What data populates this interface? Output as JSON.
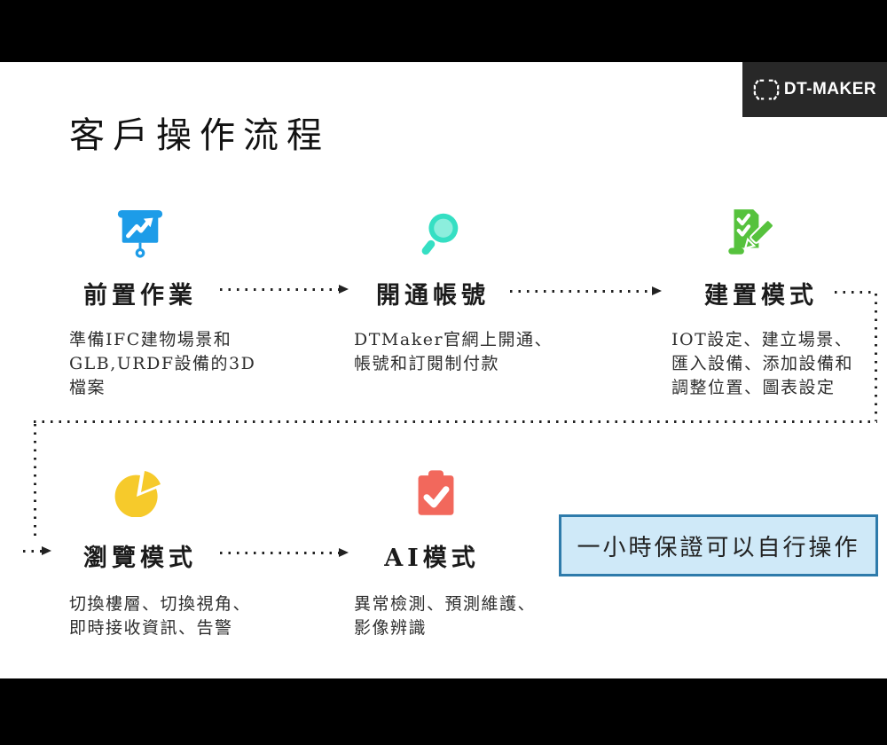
{
  "slide": {
    "title": "客戶操作流程",
    "logo": {
      "brand": "DT-MAKER"
    },
    "flow": {
      "steps": [
        {
          "title": "前置作業",
          "icon": "presentation-chart-icon",
          "color": "#1d9ce8",
          "desc": "準備IFC建物場景和\nGLB,URDF設備的3D\n檔案"
        },
        {
          "title": "開通帳號",
          "icon": "magnifier-icon",
          "color": "#35dfc3",
          "desc": "DTMaker官網上開通、\n帳號和訂閱制付款"
        },
        {
          "title": "建置模式",
          "icon": "checklist-pencil-icon",
          "color": "#56c23d",
          "desc": "IOT設定、建立場景、\n匯入設備、添加設備和\n調整位置、圖表設定"
        },
        {
          "title": "瀏覽模式",
          "icon": "pie-chart-icon",
          "color": "#f6ca2b",
          "desc": "切換樓層、切換視角、\n即時接收資訊、告警"
        },
        {
          "title": "AI模式",
          "icon": "clipboard-check-icon",
          "color": "#f2685c",
          "desc": "異常檢測、預測維護、\n影像辨識"
        }
      ]
    },
    "guarantee": {
      "text": "一小時保證可以自行操作",
      "bg": "#cfe9f8",
      "border": "#2e7bab"
    }
  }
}
